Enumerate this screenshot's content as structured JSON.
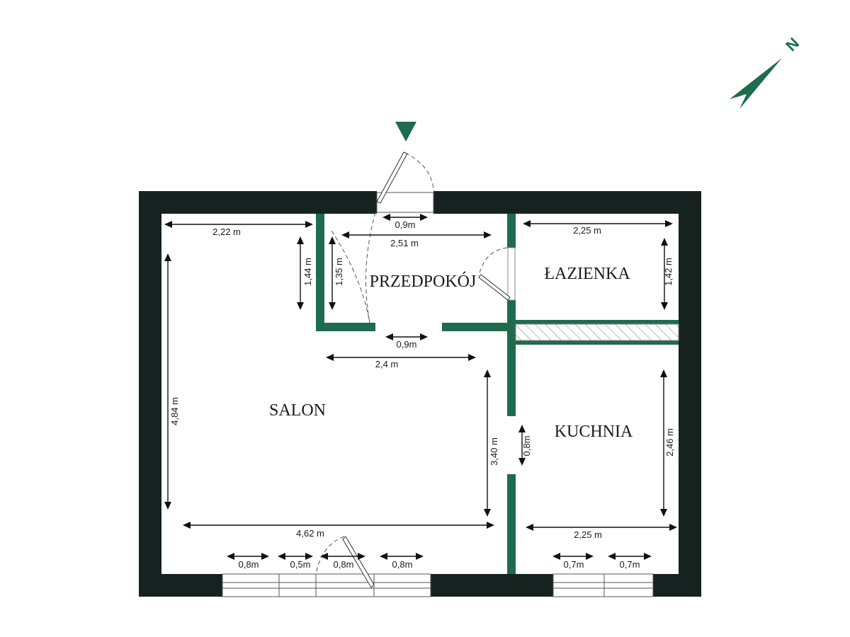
{
  "rooms": {
    "salon": "SALON",
    "przedpokoj": "PRZEDPOKÓJ",
    "lazienka": "ŁAZIENKA",
    "kuchnia": "KUCHNIA"
  },
  "compass": {
    "north_label": "N"
  },
  "dimensions": {
    "salon_top_width": "2,22 m",
    "entry_door": "0,9m",
    "hall_width": "2,51 m",
    "bath_width": "2,25 m",
    "hall_left_height": "1,44 m",
    "hall_inner_height": "1,35 m",
    "bath_height": "1,42 m",
    "hall_door": "0,9m",
    "hall_bottom_width": "2,4 m",
    "salon_height": "4,84 m",
    "salon_right_height": "3,40 m",
    "kitchen_door": "0,8m",
    "kitchen_height": "2,46 m",
    "salon_width": "4,62 m",
    "kitchen_width": "2,25 m",
    "win1": "0,8m",
    "win2": "0,5m",
    "balcony_door": "0,8m",
    "win3": "0,8m",
    "win4": "0,7m",
    "win5": "0,7m"
  },
  "colors": {
    "outer_wall": "#162220",
    "inner_wall": "#1f6b4d",
    "accent": "#1f6b4d"
  }
}
